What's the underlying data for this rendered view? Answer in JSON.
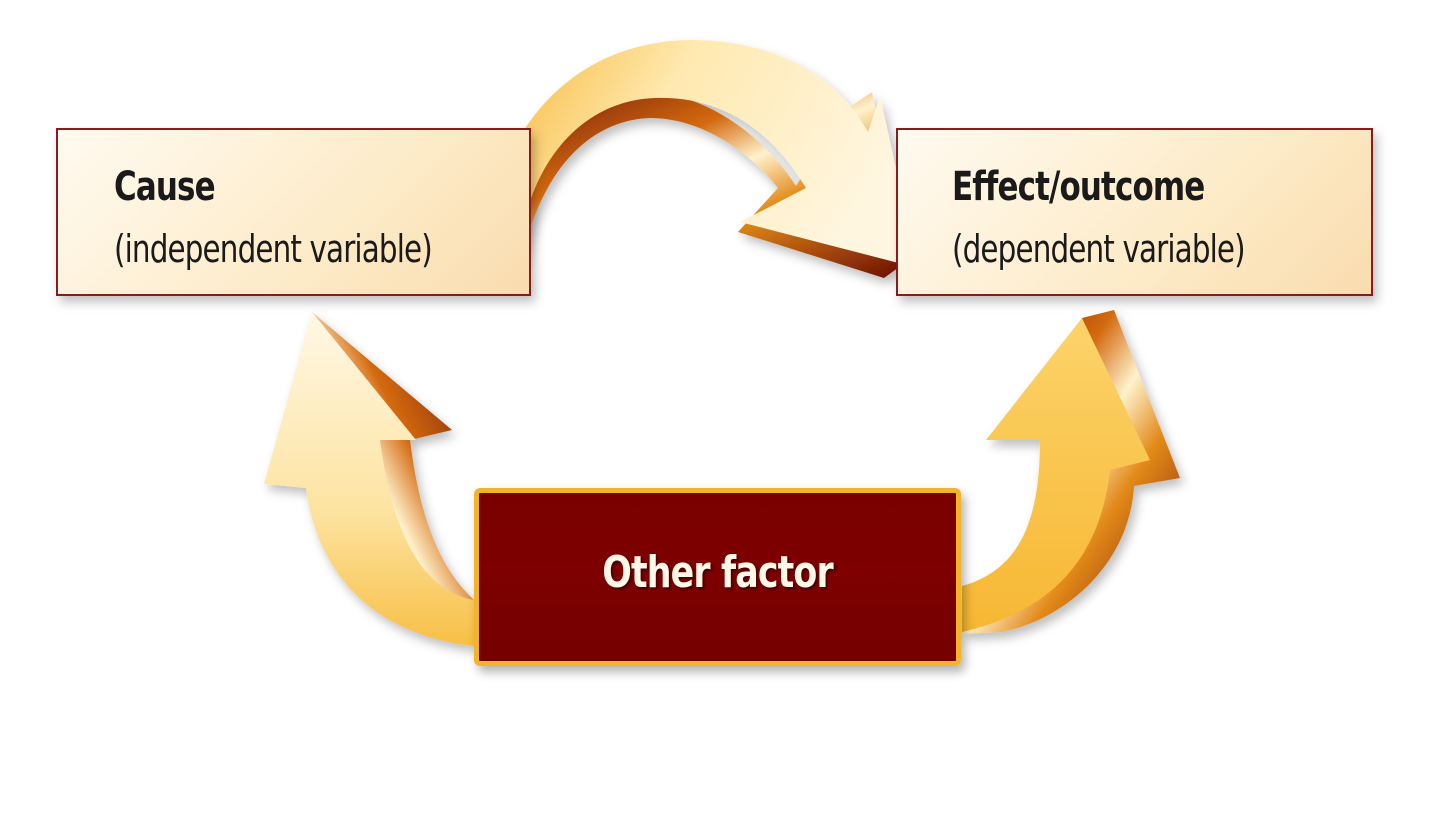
{
  "diagram": {
    "cause": {
      "title": "Cause",
      "subtitle": "(independent variable)"
    },
    "effect": {
      "title": "Effect/outcome",
      "subtitle": "(dependent variable)"
    },
    "other": {
      "label": "Other factor"
    },
    "colors": {
      "box_fill": "#fdebc8",
      "box_border": "#8b1a1a",
      "other_fill": "#7a0000",
      "other_border": "#f2b42a",
      "arrow_light": "#fff4d6",
      "arrow_gold": "#f9c23c",
      "arrow_dark": "#7a1200"
    },
    "arrows": [
      {
        "from": "cause",
        "to": "effect",
        "icon": "curved-arrow-icon"
      },
      {
        "from": "other",
        "to": "cause",
        "icon": "curved-arrow-icon"
      },
      {
        "from": "other",
        "to": "effect",
        "icon": "curved-arrow-icon"
      }
    ]
  }
}
